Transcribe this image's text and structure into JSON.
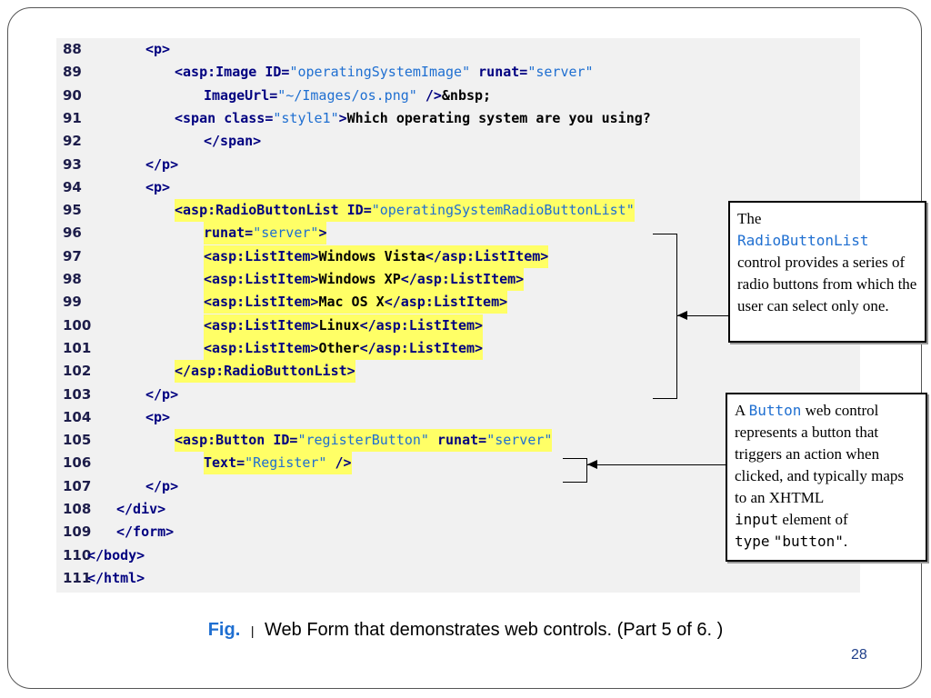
{
  "code_lines": [
    {
      "num": "88",
      "segments": [
        [
          "tag",
          "<p>"
        ]
      ]
    },
    {
      "num": "89",
      "segments": [
        [
          "tag",
          "<asp:Image "
        ],
        [
          "attr",
          "ID="
        ],
        [
          "str",
          "\"operatingSystemImage\""
        ],
        [
          "attr",
          " runat="
        ],
        [
          "str",
          "\"server\""
        ]
      ]
    },
    {
      "num": "90",
      "segments": [
        [
          "attr",
          "ImageUrl="
        ],
        [
          "str",
          "\"~/Images/os.png\""
        ],
        [
          "tag",
          " />"
        ],
        [
          "txt",
          "&nbsp;"
        ]
      ]
    },
    {
      "num": "91",
      "segments": [
        [
          "tag",
          "<span "
        ],
        [
          "attr",
          "class="
        ],
        [
          "str",
          "\"style1\""
        ],
        [
          "tag",
          ">"
        ],
        [
          "txt",
          "Which operating system are you using?"
        ]
      ]
    },
    {
      "num": "92",
      "segments": [
        [
          "tag",
          "</span>"
        ]
      ]
    },
    {
      "num": "93",
      "segments": [
        [
          "tag",
          "</p>"
        ]
      ]
    },
    {
      "num": "94",
      "segments": [
        [
          "tag",
          "<p>"
        ]
      ]
    },
    {
      "num": "95",
      "segments": [
        [
          "tag",
          "<asp:RadioButtonList "
        ],
        [
          "attr",
          "ID="
        ],
        [
          "str",
          "\"operatingSystemRadioButtonList\""
        ]
      ]
    },
    {
      "num": "96",
      "segments": [
        [
          "attr",
          "runat="
        ],
        [
          "str",
          "\"server\""
        ],
        [
          "tag",
          ">"
        ]
      ]
    },
    {
      "num": "97",
      "segments": [
        [
          "tag",
          "<asp:ListItem>"
        ],
        [
          "txt",
          "Windows Vista"
        ],
        [
          "tag",
          "</asp:ListItem>"
        ]
      ]
    },
    {
      "num": "98",
      "segments": [
        [
          "tag",
          "<asp:ListItem>"
        ],
        [
          "txt",
          "Windows XP"
        ],
        [
          "tag",
          "</asp:ListItem>"
        ]
      ]
    },
    {
      "num": "99",
      "segments": [
        [
          "tag",
          "<asp:ListItem>"
        ],
        [
          "txt",
          "Mac OS X"
        ],
        [
          "tag",
          "</asp:ListItem>"
        ]
      ]
    },
    {
      "num": "100",
      "segments": [
        [
          "tag",
          "<asp:ListItem>"
        ],
        [
          "txt",
          "Linux"
        ],
        [
          "tag",
          "</asp:ListItem>"
        ]
      ]
    },
    {
      "num": "101",
      "segments": [
        [
          "tag",
          "<asp:ListItem>"
        ],
        [
          "txt",
          "Other"
        ],
        [
          "tag",
          "</asp:ListItem>"
        ]
      ]
    },
    {
      "num": "102",
      "segments": [
        [
          "tag",
          "</asp:RadioButtonList>"
        ]
      ]
    },
    {
      "num": "103",
      "segments": [
        [
          "tag",
          "</p>"
        ]
      ]
    },
    {
      "num": "104",
      "segments": [
        [
          "tag",
          "<p>"
        ]
      ]
    },
    {
      "num": "105",
      "segments": [
        [
          "tag",
          "<asp:Button "
        ],
        [
          "attr",
          "ID="
        ],
        [
          "str",
          "\"registerButton\""
        ],
        [
          "attr",
          " runat="
        ],
        [
          "str",
          "\"server\""
        ]
      ]
    },
    {
      "num": "106",
      "segments": [
        [
          "attr",
          "Text="
        ],
        [
          "str",
          "\"Register\""
        ],
        [
          "tag",
          " />"
        ]
      ]
    },
    {
      "num": "107",
      "segments": [
        [
          "tag",
          "</p>"
        ]
      ]
    },
    {
      "num": "108",
      "segments": [
        [
          "tag",
          "</div>"
        ]
      ]
    },
    {
      "num": "109",
      "segments": [
        [
          "tag",
          "</form>"
        ]
      ]
    },
    {
      "num": "110",
      "segments": [
        [
          "tag",
          "</body>"
        ]
      ]
    },
    {
      "num": "111",
      "segments": [
        [
          "tag",
          "</html>"
        ]
      ]
    }
  ],
  "callouts": {
    "radio": {
      "line1": "The",
      "code": "RadioButtonList",
      "rest": "control provides a series of radio buttons from which the user can select only one."
    },
    "button": {
      "prefix": "A",
      "code1": "Button",
      "middle": "web control represents a button that triggers an action when clicked, and typically maps to an XHTML",
      "code2": "input",
      "middle2": "element of",
      "code3": "type",
      "code4": "\"button\"",
      "suffix": "."
    }
  },
  "caption": {
    "fig": "Fig.",
    "separator": "|",
    "text": "Web Form that demonstrates web controls. (Part 5 of 6. )"
  },
  "page_number": "28"
}
